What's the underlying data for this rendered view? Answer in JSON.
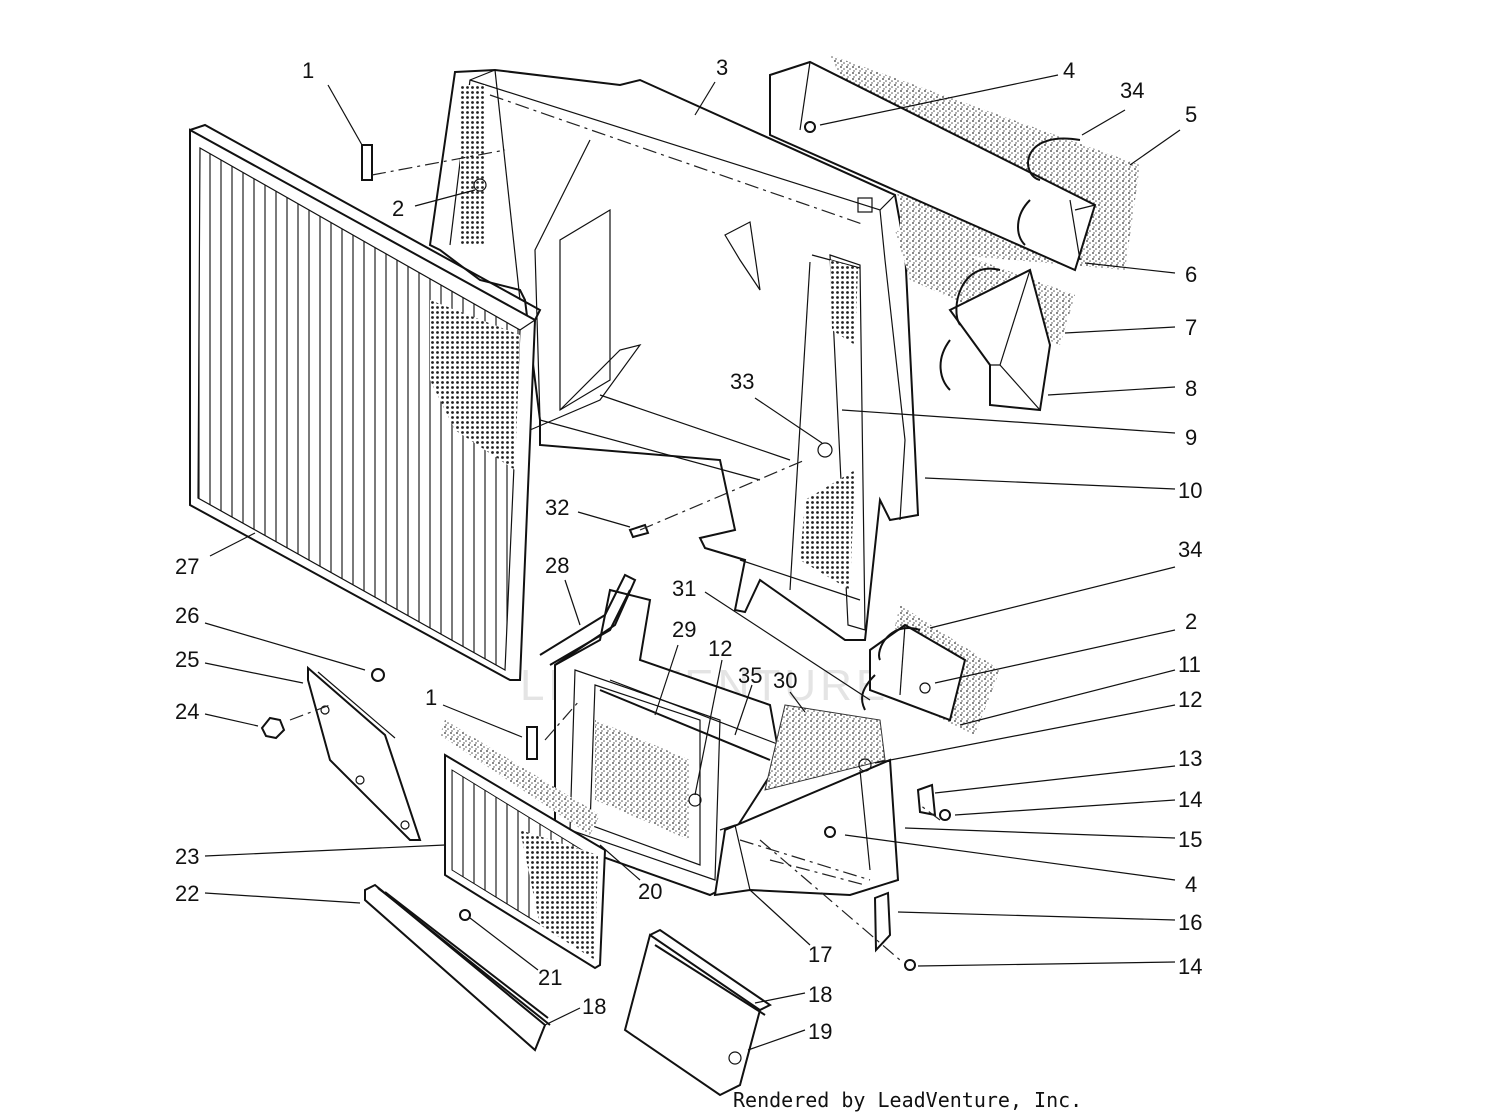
{
  "diagram": {
    "watermark": "LEADVENTURE",
    "footer": "Rendered by LeadVenture, Inc.",
    "callouts": [
      {
        "id": "c1a",
        "text": "1"
      },
      {
        "id": "c2a",
        "text": "2"
      },
      {
        "id": "c3",
        "text": "3"
      },
      {
        "id": "c4a",
        "text": "4"
      },
      {
        "id": "c34a",
        "text": "34"
      },
      {
        "id": "c5",
        "text": "5"
      },
      {
        "id": "c6",
        "text": "6"
      },
      {
        "id": "c7",
        "text": "7"
      },
      {
        "id": "c8",
        "text": "8"
      },
      {
        "id": "c33",
        "text": "33"
      },
      {
        "id": "c9",
        "text": "9"
      },
      {
        "id": "c10",
        "text": "10"
      },
      {
        "id": "c32",
        "text": "32"
      },
      {
        "id": "c27",
        "text": "27"
      },
      {
        "id": "c28",
        "text": "28"
      },
      {
        "id": "c31",
        "text": "31"
      },
      {
        "id": "c34b",
        "text": "34"
      },
      {
        "id": "c26",
        "text": "26"
      },
      {
        "id": "c29",
        "text": "29"
      },
      {
        "id": "c12a",
        "text": "12"
      },
      {
        "id": "c2b",
        "text": "2"
      },
      {
        "id": "c25",
        "text": "25"
      },
      {
        "id": "c35",
        "text": "35"
      },
      {
        "id": "c30",
        "text": "30"
      },
      {
        "id": "c11",
        "text": "11"
      },
      {
        "id": "c24",
        "text": "24"
      },
      {
        "id": "c1b",
        "text": "1"
      },
      {
        "id": "c12b",
        "text": "12"
      },
      {
        "id": "c13",
        "text": "13"
      },
      {
        "id": "c14a",
        "text": "14"
      },
      {
        "id": "c15",
        "text": "15"
      },
      {
        "id": "c23",
        "text": "23"
      },
      {
        "id": "c4b",
        "text": "4"
      },
      {
        "id": "c20",
        "text": "20"
      },
      {
        "id": "c22",
        "text": "22"
      },
      {
        "id": "c16",
        "text": "16"
      },
      {
        "id": "c17",
        "text": "17"
      },
      {
        "id": "c21",
        "text": "21"
      },
      {
        "id": "c14b",
        "text": "14"
      },
      {
        "id": "c18a",
        "text": "18"
      },
      {
        "id": "c18b",
        "text": "18"
      },
      {
        "id": "c19",
        "text": "19"
      }
    ]
  }
}
